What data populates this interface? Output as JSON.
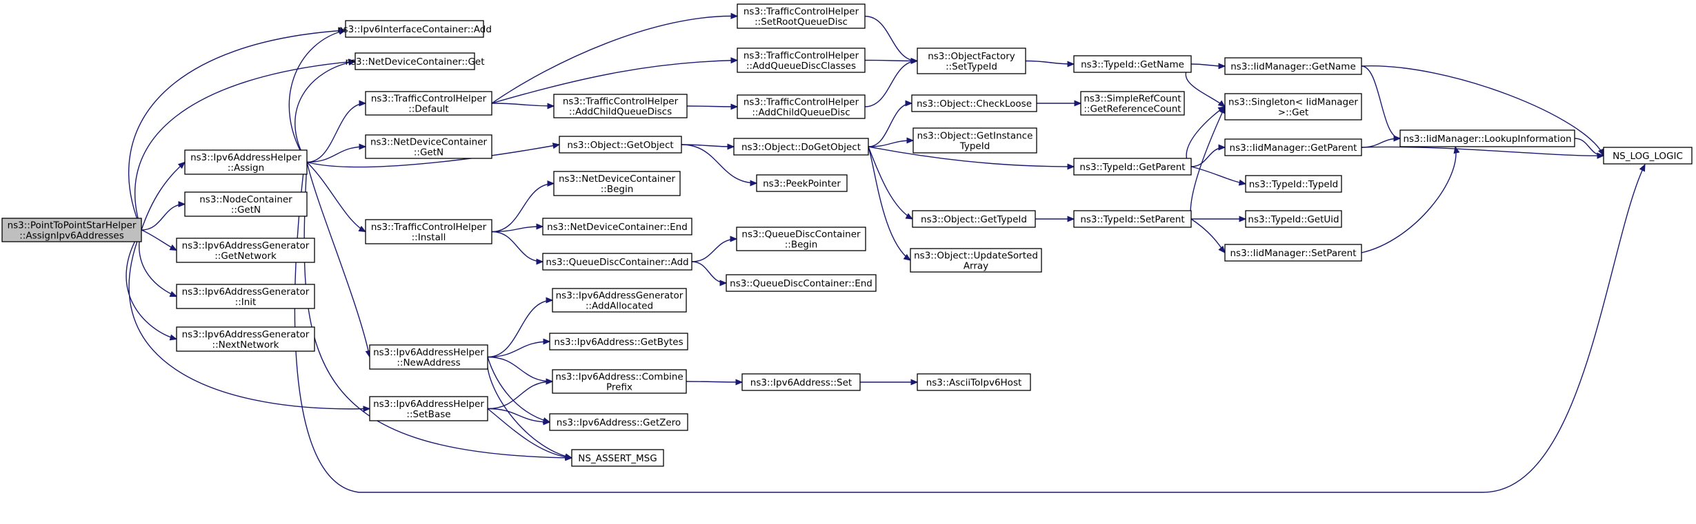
{
  "colors": {
    "edge": "#191970",
    "root_fill": "#bfbfbf",
    "node_fill": "#ffffff",
    "border": "#000000"
  },
  "nodes": {
    "root": [
      "ns3::PointToPointStarHelper",
      "::AssignIpv6Addresses"
    ],
    "v6ic_add": [
      "ns3::Ipv6InterfaceContainer::Add"
    ],
    "ndc_get": [
      "ns3::NetDeviceContainer::Get"
    ],
    "tch_default": [
      "ns3::TrafficControlHelper",
      "::Default"
    ],
    "ndc_getn": [
      "ns3::NetDeviceContainer",
      "::GetN"
    ],
    "v6ah_assign": [
      "ns3::Ipv6AddressHelper",
      "::Assign"
    ],
    "nc_getn": [
      "ns3::NodeContainer",
      "::GetN"
    ],
    "v6ag_getnet": [
      "ns3::Ipv6AddressGenerator",
      "::GetNetwork"
    ],
    "v6ag_init": [
      "ns3::Ipv6AddressGenerator",
      "::Init"
    ],
    "v6ag_nextnet": [
      "ns3::Ipv6AddressGenerator",
      "::NextNetwork"
    ],
    "tch_install": [
      "ns3::TrafficControlHelper",
      "::Install"
    ],
    "v6ah_newaddr": [
      "ns3::Ipv6AddressHelper",
      "::NewAddress"
    ],
    "v6ah_setbase": [
      "ns3::Ipv6AddressHelper",
      "::SetBase"
    ],
    "tch_setroot": [
      "ns3::TrafficControlHelper",
      "::SetRootQueueDisc"
    ],
    "tch_addqdc": [
      "ns3::TrafficControlHelper",
      "::AddQueueDiscClasses"
    ],
    "tch_addchildqds": [
      "ns3::TrafficControlHelper",
      "::AddChildQueueDiscs"
    ],
    "tch_addchildqd": [
      "ns3::TrafficControlHelper",
      "::AddChildQueueDisc"
    ],
    "obj_getobject": [
      "ns3::Object::GetObject"
    ],
    "obj_dogetobject": [
      "ns3::Object::DoGetObject"
    ],
    "peekpointer": [
      "ns3::PeekPointer"
    ],
    "ndc_begin": [
      "ns3::NetDeviceContainer",
      "::Begin"
    ],
    "ndc_end": [
      "ns3::NetDeviceContainer::End"
    ],
    "qdc_add": [
      "ns3::QueueDiscContainer::Add"
    ],
    "qdc_begin": [
      "ns3::QueueDiscContainer",
      "::Begin"
    ],
    "qdc_end": [
      "ns3::QueueDiscContainer::End"
    ],
    "v6ag_addalloc": [
      "ns3::Ipv6AddressGenerator",
      "::AddAllocated"
    ],
    "v6a_getbytes": [
      "ns3::Ipv6Address::GetBytes"
    ],
    "v6a_combine": [
      "ns3::Ipv6Address::Combine",
      "Prefix"
    ],
    "v6a_getzero": [
      "ns3::Ipv6Address::GetZero"
    ],
    "ns_assert": [
      "NS_ASSERT_MSG"
    ],
    "v6a_set": [
      "ns3::Ipv6Address::Set"
    ],
    "ascii": [
      "ns3::AsciiToIpv6Host"
    ],
    "objfactory": [
      "ns3::ObjectFactory",
      "::SetTypeId"
    ],
    "typeid_getname": [
      "ns3::TypeId::GetName"
    ],
    "obj_checkloose": [
      "ns3::Object::CheckLoose"
    ],
    "obj_getinstance": [
      "ns3::Object::GetInstance",
      "TypeId"
    ],
    "obj_gettypeid": [
      "ns3::Object::GetTypeId"
    ],
    "obj_updatesorted": [
      "ns3::Object::UpdateSorted",
      "Array"
    ],
    "simplerefcount": [
      "ns3::SimpleRefCount",
      "::GetReferenceCount"
    ],
    "typeid_getparent": [
      "ns3::TypeId::GetParent"
    ],
    "typeid_setparent": [
      "ns3::TypeId::SetParent"
    ],
    "iid_getname": [
      "ns3::IidManager::GetName"
    ],
    "singleton": [
      "ns3::Singleton< IidManager",
      " >::Get"
    ],
    "iid_getparent": [
      "ns3::IidManager::GetParent"
    ],
    "typeid_typeid": [
      "ns3::TypeId::TypeId"
    ],
    "typeid_getuid": [
      "ns3::TypeId::GetUid"
    ],
    "iid_setparent": [
      "ns3::IidManager::SetParent"
    ],
    "iid_lookup": [
      "ns3::IidManager::LookupInformation"
    ],
    "ns_log": [
      "NS_LOG_LOGIC"
    ]
  },
  "edges": [
    [
      "root",
      "v6ic_add"
    ],
    [
      "root",
      "ndc_get"
    ],
    [
      "root",
      "v6ah_assign"
    ],
    [
      "root",
      "nc_getn"
    ],
    [
      "root",
      "v6ag_getnet"
    ],
    [
      "root",
      "v6ag_init"
    ],
    [
      "root",
      "v6ag_nextnet"
    ],
    [
      "root",
      "v6ah_setbase"
    ],
    [
      "tch_default",
      "tch_setroot"
    ],
    [
      "tch_default",
      "tch_addqdc"
    ],
    [
      "tch_default",
      "tch_addchildqds"
    ],
    [
      "tch_addchildqds",
      "tch_addchildqd"
    ],
    [
      "v6ah_assign",
      "v6ic_add"
    ],
    [
      "v6ah_assign",
      "ndc_get"
    ],
    [
      "v6ah_assign",
      "tch_default"
    ],
    [
      "v6ah_assign",
      "ndc_getn"
    ],
    [
      "v6ah_assign",
      "obj_getobject"
    ],
    [
      "v6ah_assign",
      "tch_install"
    ],
    [
      "v6ah_assign",
      "v6ah_newaddr"
    ],
    [
      "v6ah_assign",
      "ns_assert"
    ],
    [
      "v6ah_assign",
      "ns_log"
    ],
    [
      "tch_install",
      "ndc_begin"
    ],
    [
      "tch_install",
      "ndc_end"
    ],
    [
      "tch_install",
      "qdc_add"
    ],
    [
      "qdc_add",
      "qdc_begin"
    ],
    [
      "qdc_add",
      "qdc_end"
    ],
    [
      "v6ah_newaddr",
      "v6ag_addalloc"
    ],
    [
      "v6ah_newaddr",
      "v6a_getbytes"
    ],
    [
      "v6ah_newaddr",
      "v6a_combine"
    ],
    [
      "v6ah_newaddr",
      "v6a_getzero"
    ],
    [
      "v6ah_newaddr",
      "ns_assert"
    ],
    [
      "v6ah_setbase",
      "v6a_combine"
    ],
    [
      "v6ah_setbase",
      "v6a_getzero"
    ],
    [
      "v6ah_setbase",
      "ns_assert"
    ],
    [
      "v6a_combine",
      "v6a_set"
    ],
    [
      "v6a_set",
      "ascii"
    ],
    [
      "obj_getobject",
      "obj_dogetobject"
    ],
    [
      "obj_getobject",
      "peekpointer"
    ],
    [
      "tch_setroot",
      "objfactory"
    ],
    [
      "tch_addqdc",
      "objfactory"
    ],
    [
      "tch_addchildqd",
      "objfactory"
    ],
    [
      "objfactory",
      "typeid_getname"
    ],
    [
      "obj_dogetobject",
      "obj_checkloose"
    ],
    [
      "obj_dogetobject",
      "obj_getinstance"
    ],
    [
      "obj_dogetobject",
      "typeid_getparent"
    ],
    [
      "obj_dogetobject",
      "obj_gettypeid"
    ],
    [
      "obj_dogetobject",
      "obj_updatesorted"
    ],
    [
      "obj_checkloose",
      "simplerefcount"
    ],
    [
      "obj_gettypeid",
      "typeid_setparent"
    ],
    [
      "typeid_getname",
      "iid_getname"
    ],
    [
      "typeid_getname",
      "singleton"
    ],
    [
      "typeid_getparent",
      "singleton"
    ],
    [
      "typeid_getparent",
      "iid_getparent"
    ],
    [
      "typeid_getparent",
      "typeid_typeid"
    ],
    [
      "typeid_setparent",
      "singleton"
    ],
    [
      "typeid_setparent",
      "typeid_getuid"
    ],
    [
      "typeid_setparent",
      "iid_setparent"
    ],
    [
      "iid_getname",
      "iid_lookup"
    ],
    [
      "iid_getname",
      "ns_log"
    ],
    [
      "iid_getparent",
      "iid_lookup"
    ],
    [
      "iid_getparent",
      "ns_log"
    ],
    [
      "iid_setparent",
      "iid_lookup"
    ],
    [
      "iid_lookup",
      "ns_log"
    ]
  ]
}
